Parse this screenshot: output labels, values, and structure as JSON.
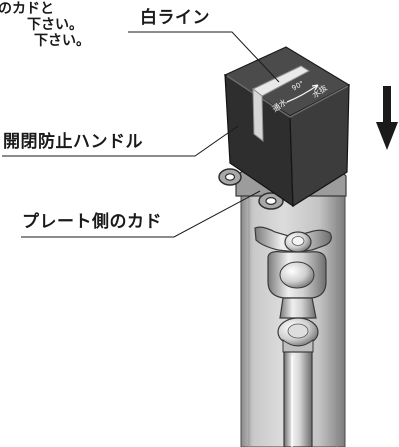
{
  "top_text_fragment": {
    "lines": [
      "のカドと",
      "下さい。",
      "下さい。"
    ]
  },
  "labels": {
    "white_line": "白ライン",
    "handle": "開閉防止ハンドル",
    "plate_corner": "プレート側のカド"
  },
  "handle_face": {
    "angle": "90°",
    "mark_left": "通水",
    "mark_right": "水抜"
  },
  "direction_arrow": {
    "direction": "down"
  }
}
